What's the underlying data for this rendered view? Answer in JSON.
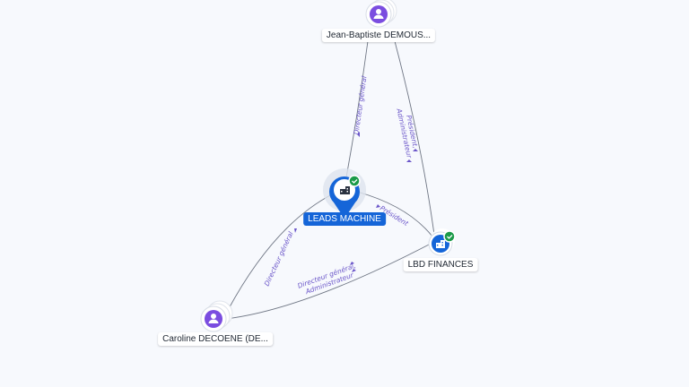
{
  "nodes": {
    "jean_baptiste": {
      "label": "Jean-Baptiste DEMOUS..."
    },
    "leads_machine": {
      "label": "LEADS MACHINE"
    },
    "lbd_finances": {
      "label": "LBD FINANCES"
    },
    "caroline": {
      "label": "Caroline DECOENE (DE..."
    }
  },
  "edges": {
    "jb_leads": {
      "label": "Directeur général"
    },
    "jb_lbd": {
      "line1": "Président,",
      "line2": "Administrateur"
    },
    "leads_lbd": {
      "label": "Président"
    },
    "caroline_leads": {
      "label": "Directeur général"
    },
    "caroline_lbd": {
      "line1": "Directeur général,",
      "line2": "Administrateur"
    }
  },
  "colors": {
    "person": "#7b4de0",
    "company": "#1565d8",
    "verified": "#1b9a49",
    "edge_label": "#6a55c9"
  },
  "icons": {
    "person": "person-icon",
    "company": "building-icon",
    "verified": "check-badge-icon"
  }
}
